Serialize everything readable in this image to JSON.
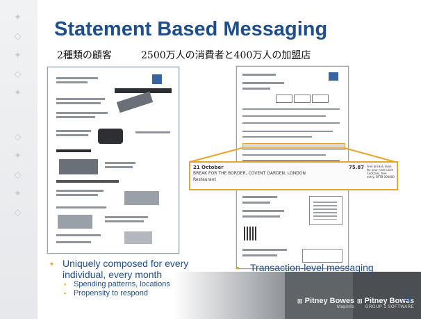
{
  "title": "Statement Based Messaging",
  "subtitle_left": "2種類の顧客",
  "subtitle_right": "2500万人の消費者と400万人の加盟店",
  "left_bullet": {
    "main": "Uniquely composed for every individual, every month",
    "subs": [
      "Spending patterns, locations",
      "Propensity to respond"
    ]
  },
  "right_bullet": "Transaction-level messaging",
  "magnified_row": {
    "date": "21 October",
    "merchant": "BREAK FOR THE BORDER, COVENT GARDEN, LONDON",
    "category": "Restaurant",
    "amount": "75.87",
    "message": "Free drink & meal for your next lunch Cocktails, free entry, BFTB 000000"
  },
  "footer": {
    "logo1_name": "Pitney Bowes",
    "logo1_sub": "MapInfo",
    "logo2_name": "Pitney Bowes",
    "logo2_sub": "GROUP 1 SOFTWARE",
    "page_number": "13"
  },
  "colors": {
    "title": "#1f4e8c",
    "accent": "#e6a52b"
  }
}
